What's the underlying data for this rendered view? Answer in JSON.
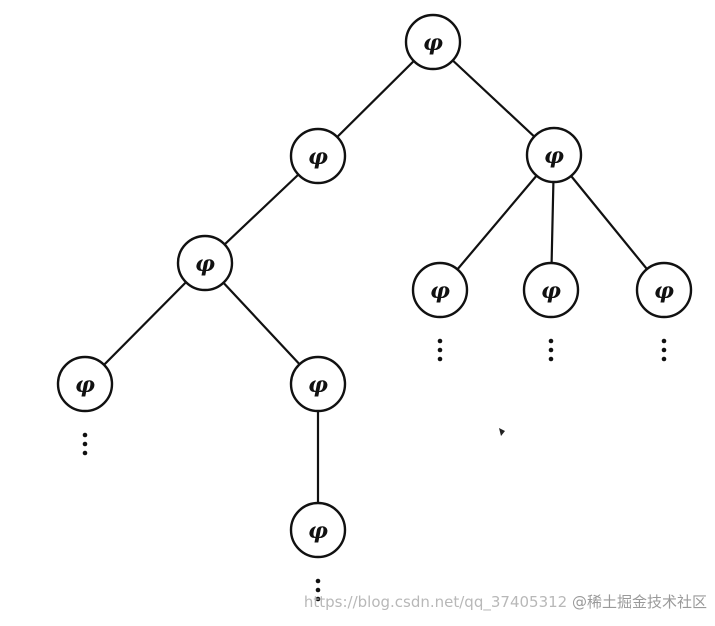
{
  "diagram": {
    "node_label": "φ",
    "nodes": [
      {
        "id": "root"
      },
      {
        "id": "n1"
      },
      {
        "id": "n2"
      },
      {
        "id": "n3"
      },
      {
        "id": "n4"
      },
      {
        "id": "n5"
      },
      {
        "id": "n6"
      },
      {
        "id": "n7"
      },
      {
        "id": "n8"
      },
      {
        "id": "n9"
      }
    ],
    "edges": [
      [
        "root",
        "n1"
      ],
      [
        "root",
        "n2"
      ],
      [
        "n1",
        "n3"
      ],
      [
        "n2",
        "n4"
      ],
      [
        "n2",
        "n5"
      ],
      [
        "n2",
        "n6"
      ],
      [
        "n3",
        "n7"
      ],
      [
        "n3",
        "n8"
      ],
      [
        "n8",
        "n9"
      ]
    ],
    "continuations": [
      "n4",
      "n5",
      "n6",
      "n7",
      "n9"
    ]
  },
  "watermark": {
    "url_text": "https://blog.csdn.net/qq_37405312",
    "brand_text": "@稀土掘金技术社区"
  },
  "colors": {
    "ink": "#111111",
    "background": "#ffffff",
    "watermark": "#b8b8b8"
  }
}
